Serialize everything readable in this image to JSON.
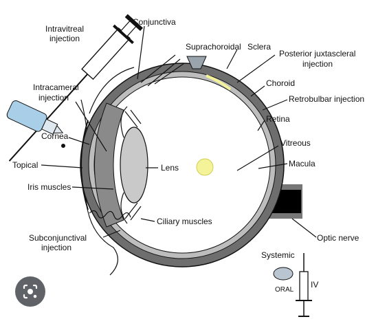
{
  "labels": {
    "intravitreal": [
      "Intravitreal",
      "injection"
    ],
    "conjunctiva": "Conjunctiva",
    "suprachoroidal": "Suprachoroidal",
    "sclera": "Sclera",
    "posterior_juxtascleral": [
      "Posterior juxtascleral",
      "injection"
    ],
    "intracameral": [
      "Intracameral",
      "injection"
    ],
    "choroid": "Choroid",
    "retrobulbar": "Retrobulbar injection",
    "retina": "Retina",
    "cornea": "Cornea",
    "vitreous": "Vitreous",
    "topical": "Topical",
    "lens": "Lens",
    "macula": "Macula",
    "iris_muscles": "Iris muscles",
    "ciliary_muscles": "Ciliary muscles",
    "optic_nerve": "Optic nerve",
    "subconjunctival": [
      "Subconjunctival",
      "injection"
    ],
    "systemic": "Systemic",
    "oral": "ORAL",
    "iv": "IV"
  },
  "icons": {
    "overlay_button": "lens-search-icon"
  },
  "colors": {
    "sclera": "#6e6e6e",
    "choroid_ring": "#bdbdbd",
    "drug_blob": "#f4f39a",
    "eye_drop_bottle": "#a9cfe8",
    "optic_nerve": "#000000"
  }
}
